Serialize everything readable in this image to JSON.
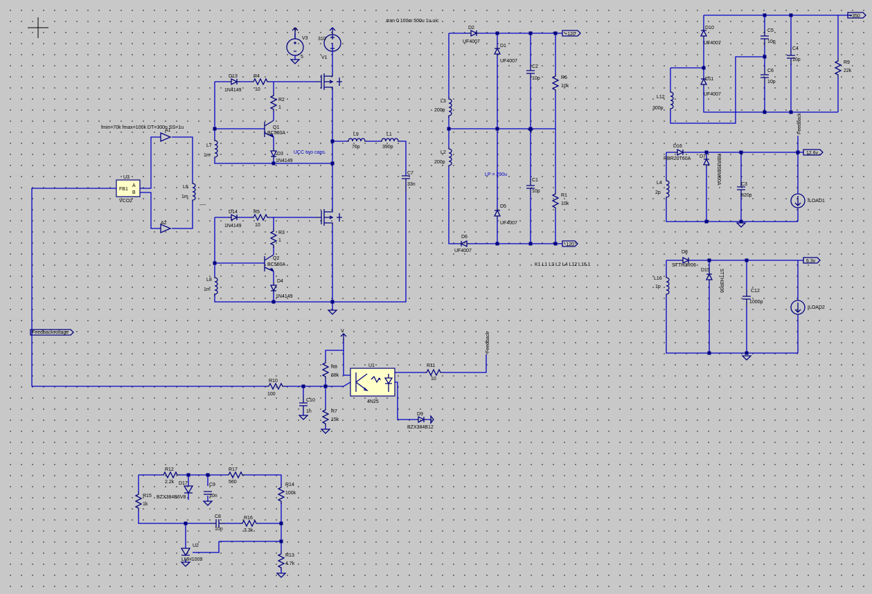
{
  "directive": ".tran 0 100m 500u 1u uic",
  "coupling": "K1 L1 L3 L2 L4 L12 L16 1",
  "vco_params": "fmin=70k fmax=100k DT=300n SS=1u",
  "comment_ucc": "UCC two caps.",
  "comment_lp": "LP = 290u",
  "vco": {
    "name": "U3",
    "type": "VCO2",
    "pin_fb": "FB1",
    "pin_a": "A",
    "pin_b": "B"
  },
  "buffers": [
    {
      "name": "A1"
    },
    {
      "name": "A2"
    }
  ],
  "sources": {
    "v3": {
      "name": "V3",
      "value": "5"
    },
    "v1": {
      "name": "V1",
      "value": "310"
    }
  },
  "transistors": [
    {
      "name": "Q1",
      "type": "BC560A"
    },
    {
      "name": "Q2",
      "type": "BC560A"
    }
  ],
  "diodes": [
    {
      "name": "D13",
      "type": "1N4149"
    },
    {
      "name": "D3",
      "type": "1N4149"
    },
    {
      "name": "D14",
      "type": "1N4149"
    },
    {
      "name": "D4",
      "type": "1N4149"
    },
    {
      "name": "D2",
      "type": "UF4007"
    },
    {
      "name": "D1",
      "type": "UF4007"
    },
    {
      "name": "D5",
      "type": "UF4007"
    },
    {
      "name": "D6",
      "type": "UF4007"
    },
    {
      "name": "D10",
      "type": "UF4007"
    },
    {
      "name": "D11",
      "type": "UF4007"
    },
    {
      "name": "D16",
      "type": "RBR20T60A"
    },
    {
      "name": "D7",
      "type": "RBR20BM60A"
    },
    {
      "name": "D8",
      "type": "STTH3R06"
    },
    {
      "name": "D15",
      "type": "STTH3R06"
    },
    {
      "name": "D9",
      "type": "BZX384B12"
    },
    {
      "name": "D17",
      "type": "BZX384B6V8"
    }
  ],
  "resistors": [
    {
      "name": "R4",
      "value": "10"
    },
    {
      "name": "R2",
      "value": "1"
    },
    {
      "name": "R5",
      "value": "10"
    },
    {
      "name": "R3",
      "value": "1"
    },
    {
      "name": "R6",
      "value": "10k"
    },
    {
      "name": "R1",
      "value": "10k"
    },
    {
      "name": "R9",
      "value": "22k"
    },
    {
      "name": "R8",
      "value": "68k"
    },
    {
      "name": "R7",
      "value": "15k"
    },
    {
      "name": "R10",
      "value": "100"
    },
    {
      "name": "R11",
      "value": "10"
    },
    {
      "name": "R12",
      "value": "2.2k"
    },
    {
      "name": "R17",
      "value": "560"
    },
    {
      "name": "R14",
      "value": "100k"
    },
    {
      "name": "R15",
      "value": "1k"
    },
    {
      "name": "R16",
      "value": "3.3k"
    },
    {
      "name": "R13",
      "value": "4.7k"
    }
  ],
  "inductors": [
    {
      "name": "L7",
      "value": "1m"
    },
    {
      "name": "L8",
      "value": "1m"
    },
    {
      "name": "L6",
      "value": "1m"
    },
    {
      "name": "L9",
      "value": "76p"
    },
    {
      "name": "L1",
      "value": "390p"
    },
    {
      "name": "L3",
      "value": "200p"
    },
    {
      "name": "L2",
      "value": "200p"
    },
    {
      "name": "L12",
      "value": "300p"
    },
    {
      "name": "L4",
      "value": "2p"
    },
    {
      "name": "L16",
      "value": "1p"
    }
  ],
  "capacitors": [
    {
      "name": "C7",
      "value": "33n"
    },
    {
      "name": "C2",
      "value": "10p"
    },
    {
      "name": "C1",
      "value": "10p"
    },
    {
      "name": "C5",
      "value": "10p"
    },
    {
      "name": "C6",
      "value": "10p"
    },
    {
      "name": "C4",
      "value": "10p"
    },
    {
      "name": "C3",
      "value": "820p"
    },
    {
      "name": "C12",
      "value": "1000p"
    },
    {
      "name": "C10",
      "value": "1n"
    },
    {
      "name": "C9",
      "value": "10n"
    },
    {
      "name": "C8",
      "value": "10n"
    }
  ],
  "loads": [
    {
      "name": "ILOAD1"
    },
    {
      "name": "ILOAD2"
    }
  ],
  "optocoupler": {
    "name": "U1",
    "type": "4N25"
  },
  "shunt_ref": {
    "name": "U2",
    "type": "LMH1009"
  },
  "net_labels": {
    "p120": "+120",
    "m120": "-120",
    "p350": "+350",
    "v12": "12.6v",
    "v63": "6.3v",
    "feedback": "Feedback",
    "feedbackvoltage": "Feedbackvoltage",
    "dots": "----"
  },
  "pin_labels": {
    "v1_v": "V",
    "opto_v": "V"
  }
}
